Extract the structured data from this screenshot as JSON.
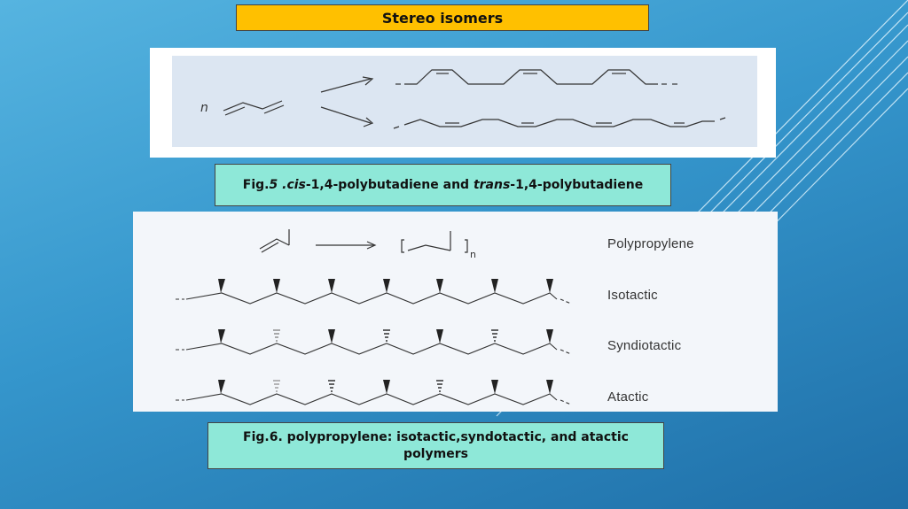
{
  "title": "Stereo isomers",
  "figure1": {
    "n_label": "n",
    "caption": {
      "fig": "Fig.",
      "num": "5 .",
      "cis": "cis",
      "part1": "-1,4-polybutadiene and ",
      "trans": "trans",
      "part2": "-1,4-polybutadiene"
    }
  },
  "figure2": {
    "n_label": "n",
    "labels": {
      "polypropylene": "Polypropylene",
      "isotactic": "Isotactic",
      "syndiotactic": "Syndiotactic",
      "atactic": "Atactic"
    },
    "caption": "Fig.6. polypropylene: isotactic,syndotactic, and atactic polymers"
  }
}
